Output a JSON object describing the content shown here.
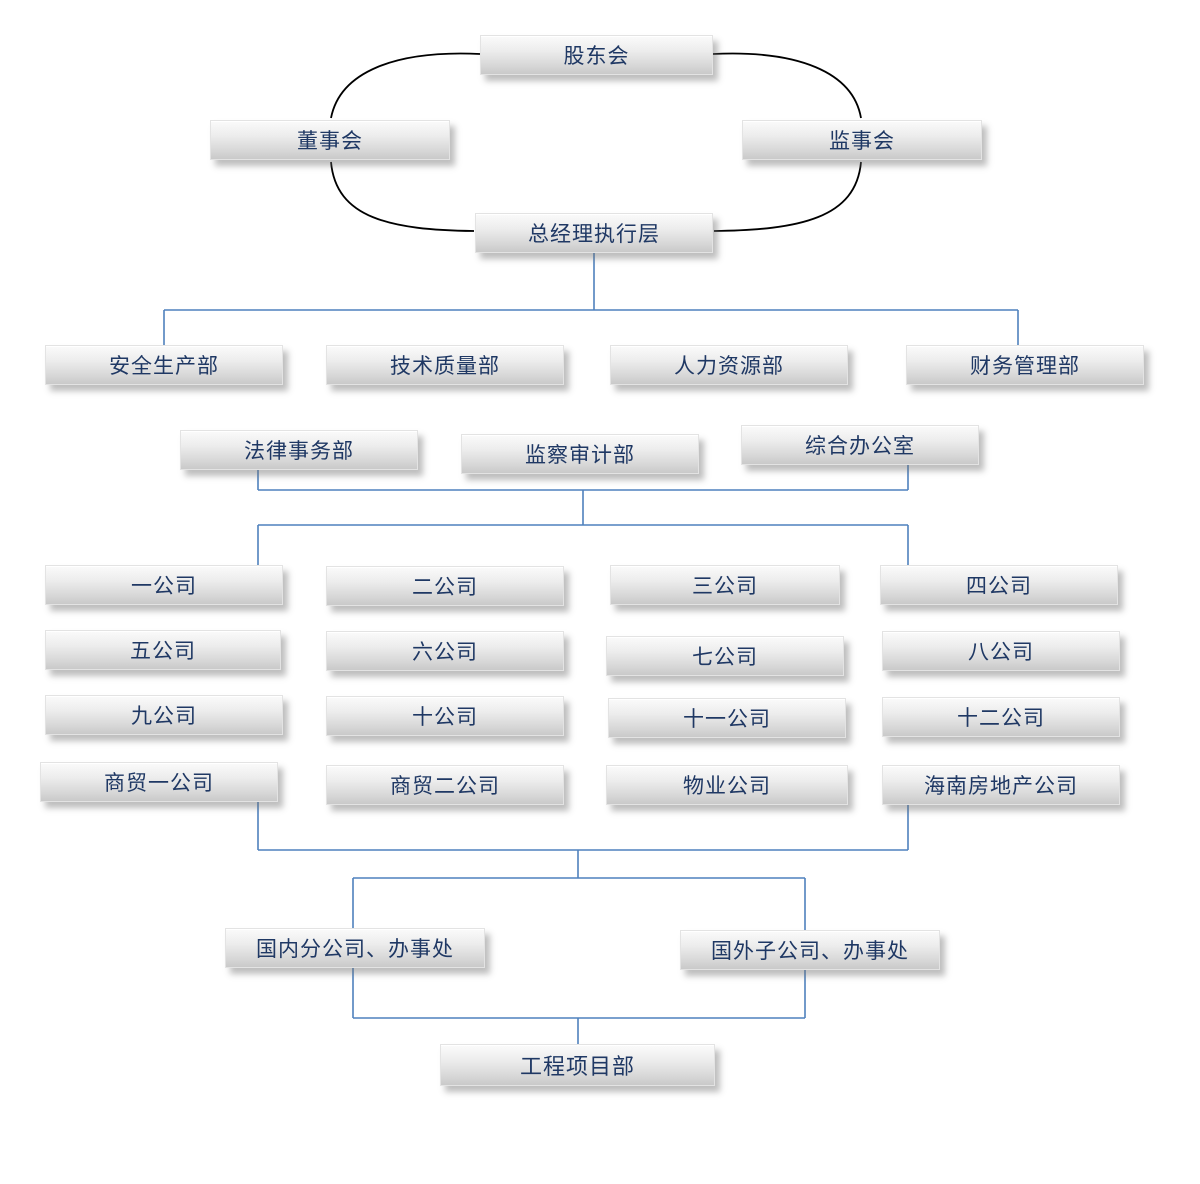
{
  "nodes": {
    "shareholders": "股东会",
    "board": "董事会",
    "supervisory": "监事会",
    "executive": "总经理执行层",
    "safety": "安全生产部",
    "quality": "技术质量部",
    "hr": "人力资源部",
    "finance": "财务管理部",
    "legal": "法律事务部",
    "audit": "监察审计部",
    "office": "综合办公室",
    "company1": "一公司",
    "company2": "二公司",
    "company3": "三公司",
    "company4": "四公司",
    "company5": "五公司",
    "company6": "六公司",
    "company7": "七公司",
    "company8": "八公司",
    "company9": "九公司",
    "company10": "十公司",
    "company11": "十一公司",
    "company12": "十二公司",
    "trade1": "商贸一公司",
    "trade2": "商贸二公司",
    "property": "物业公司",
    "hainan": "海南房地产公司",
    "domestic": "国内分公司、办事处",
    "overseas": "国外子公司、办事处",
    "project": "工程项目部"
  },
  "colors": {
    "connector_blue": "#4f81bd",
    "connector_black": "#000000",
    "node_text": "#1f3864"
  }
}
